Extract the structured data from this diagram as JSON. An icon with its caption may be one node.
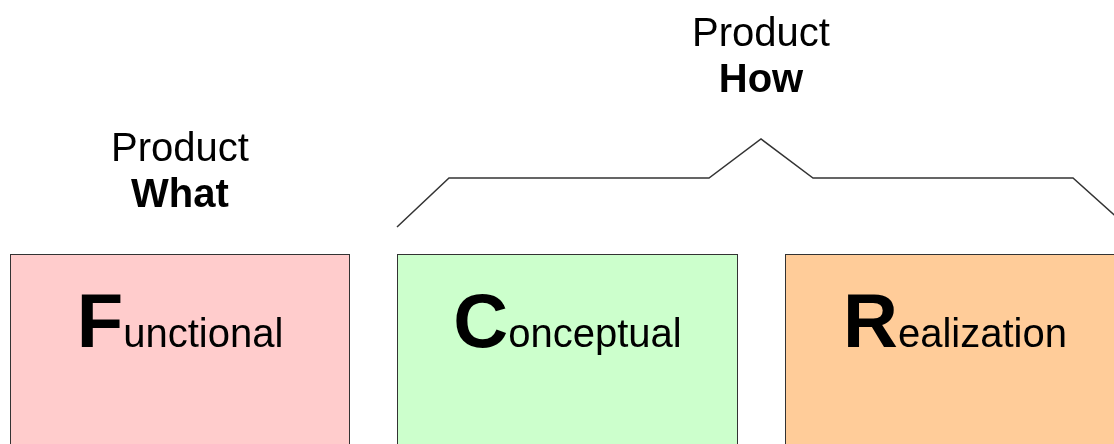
{
  "diagram": {
    "nodes": [
      {
        "text": [
          "**F**unctional"
        ],
        "beside": [
          "Product **What**"
        ]
      },
      {
        "text": [
          "**C**onceptual"
        ]
      },
      {
        "text": [
          "**R**ealization"
        ]
      }
    ],
    "labels": [
      "Product **How**"
    ]
  }
}
